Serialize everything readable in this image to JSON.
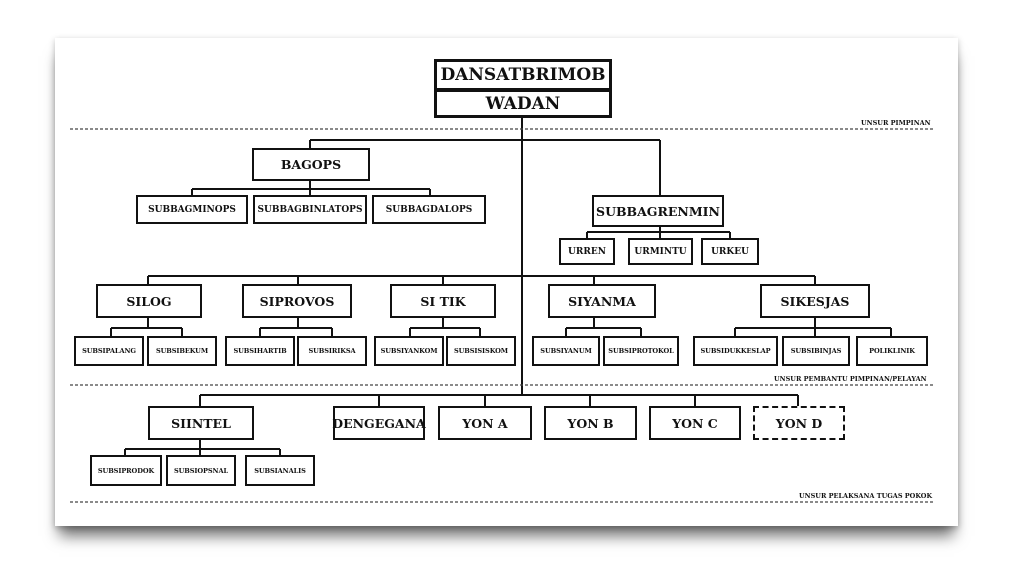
{
  "top": {
    "commander": "DANSATBRIMOB",
    "deputy": "WADAN"
  },
  "sections": {
    "leadership": "UNSUR PIMPINAN",
    "support": "UNSUR  PEMBANTU PIMPINAN/PELAYAN",
    "executor": "UNSUR PELAKSANA TUGAS POKOK"
  },
  "bagops": {
    "label": "BAGOPS",
    "subs": [
      "SUBBAGMINOPS",
      "SUBBAGBINLATOPS",
      "SUBBAGDALOPS"
    ]
  },
  "subbagrenmin": {
    "label": "SUBBAGRENMIN",
    "subs": [
      "URREN",
      "URMINTU",
      "URKEU"
    ]
  },
  "support_units": {
    "silog": {
      "label": "SILOG",
      "subs": [
        "SUBSIPALANG",
        "SUBSIBEKUM"
      ]
    },
    "siprovos": {
      "label": "SIPROVOS",
      "subs": [
        "SUBSIHARTIB",
        "SUBSIRIKSA"
      ]
    },
    "sitik": {
      "label": "SI TIK",
      "subs": [
        "SUBSIYANKOM",
        "SUBSISISKOM"
      ]
    },
    "siyanma": {
      "label": "SIYANMA",
      "subs": [
        "SUBSIYANUM",
        "SUBSIPROTOKOL"
      ]
    },
    "sikesjas": {
      "label": "SIKESJAS",
      "subs": [
        "SUBSIDUKKESLAP",
        "SUBSIBINJAS",
        "POLIKLINIK"
      ]
    }
  },
  "siintel": {
    "label": "SIINTEL",
    "subs": [
      "SUBSIPRODOK",
      "SUBSIOPSNAL",
      "SUBSIANALIS"
    ]
  },
  "units": [
    "DENGEGANA",
    "YON A",
    "YON B",
    "YON C",
    "YON D"
  ]
}
